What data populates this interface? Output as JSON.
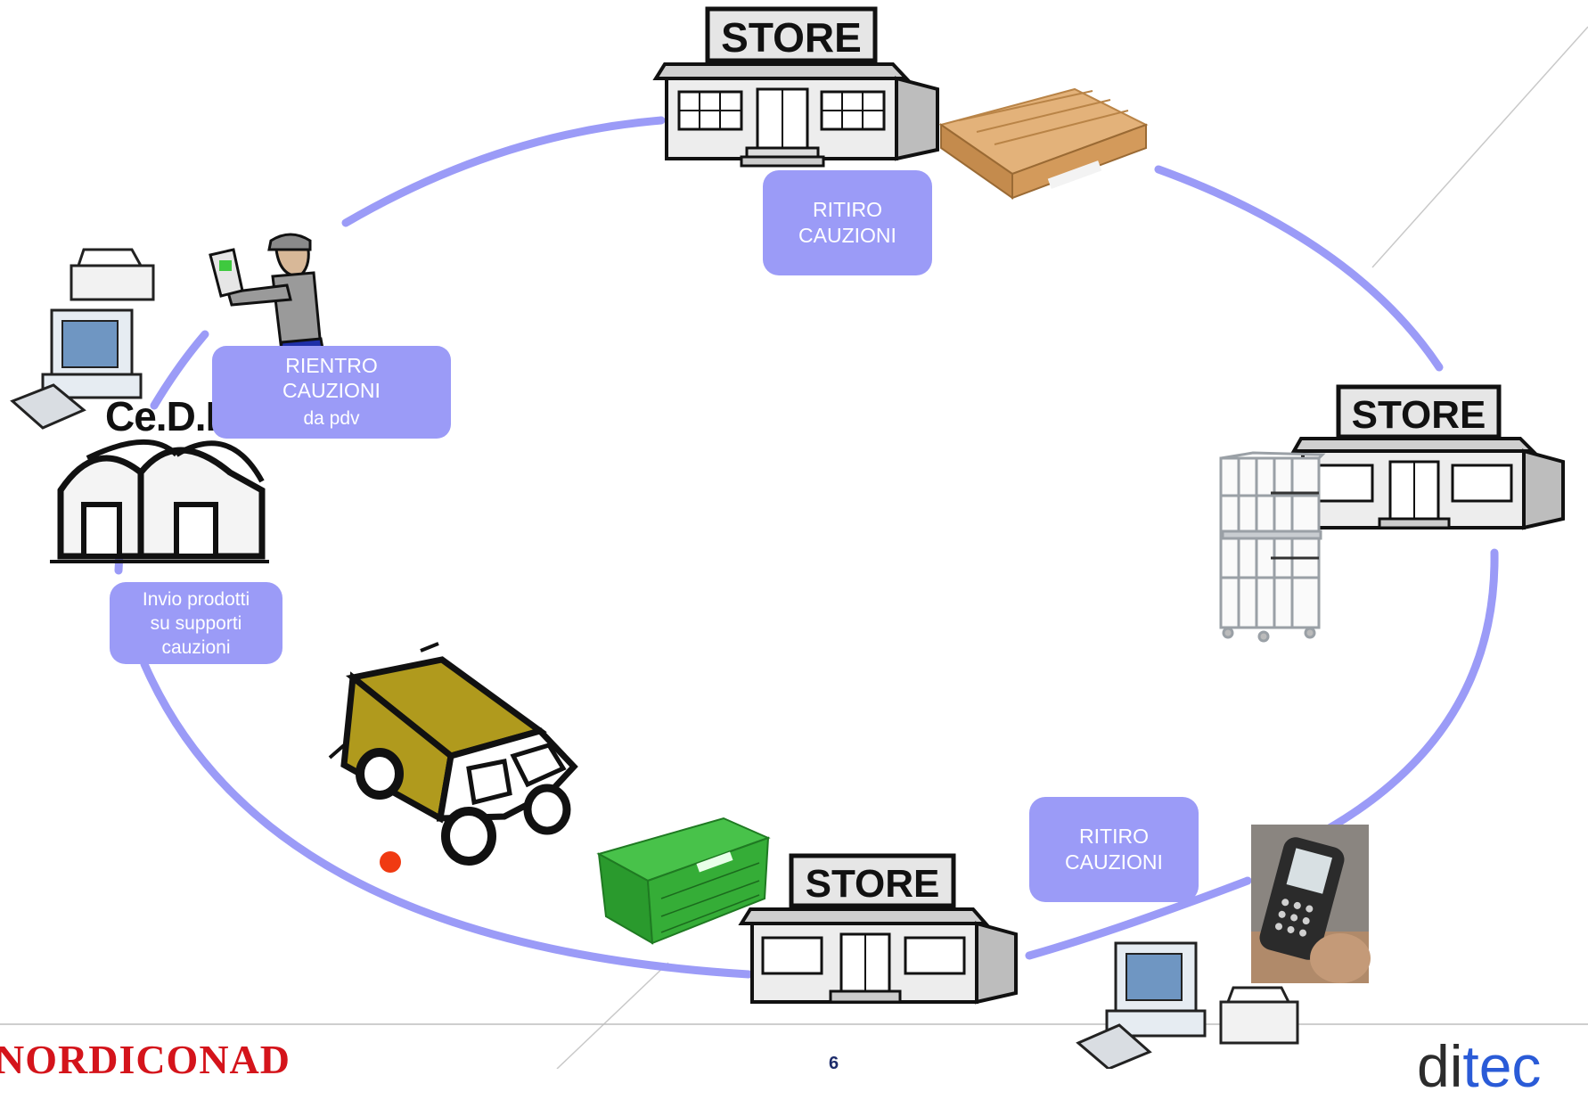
{
  "center_label": "Ce.D.I",
  "store_sign": "STORE",
  "boxes": {
    "ritiro_top": [
      "RITIRO",
      "CAUZIONI"
    ],
    "rientro": [
      "RIENTRO",
      "CAUZIONI",
      "da pdv"
    ],
    "invio": [
      "Invio prodotti",
      "su supporti",
      "cauzioni"
    ],
    "ritiro_bottom": [
      "RITIRO",
      "CAUZIONI"
    ]
  },
  "footer": {
    "page_number": "6",
    "logo_left": "NORDICONAD",
    "logo_right_a": "di",
    "logo_right_b": "tec"
  },
  "colors": {
    "cycle": "#9b9bf7",
    "box": "#9b9bf7",
    "box_text": "#ffffff",
    "dot": "#f03a12",
    "crate": "#2fa52f",
    "pallet": "#d6a366",
    "truck_box": "#b09a1d"
  }
}
